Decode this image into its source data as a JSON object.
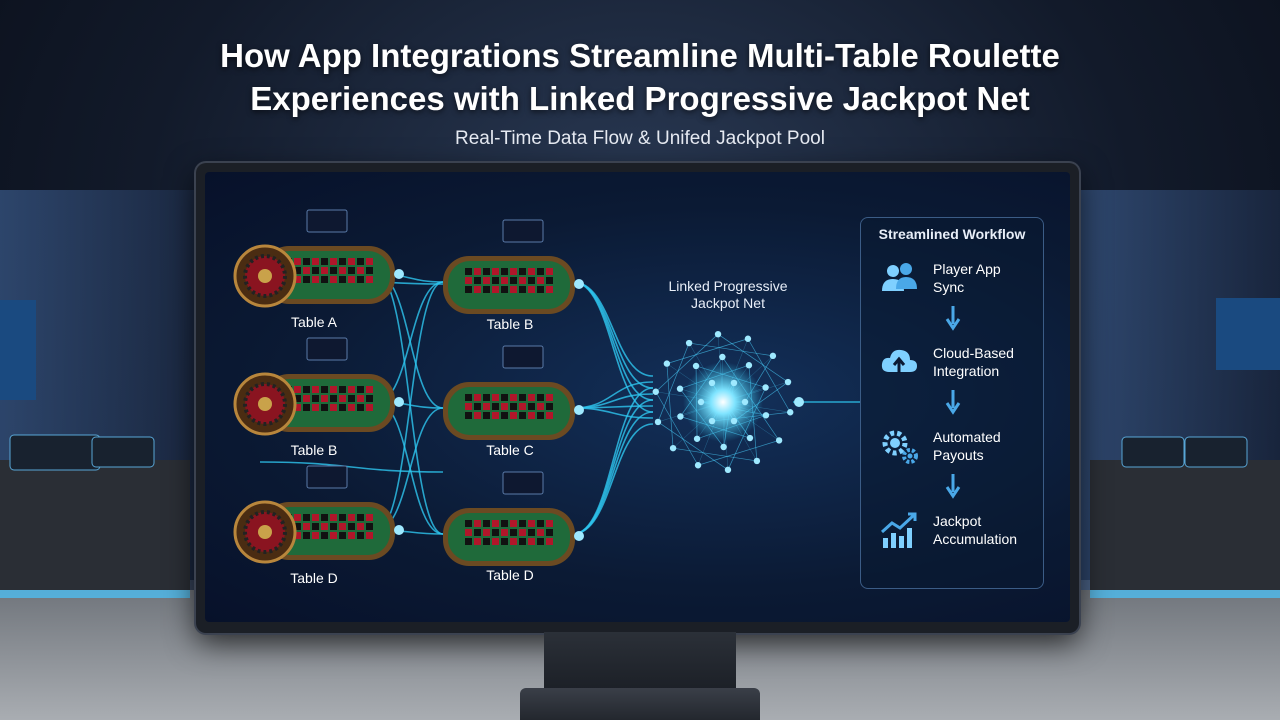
{
  "header": {
    "title_line1": "How App Integrations Streamline Multi-Table Roulette",
    "title_line2": "Experiences with Linked Progressive Jackpot Net",
    "subtitle": "Real-Time Data Flow & Unifed Jackpot Pool"
  },
  "tables_left": [
    {
      "label": "Table A"
    },
    {
      "label": "Table B"
    },
    {
      "label": "Table D"
    }
  ],
  "tables_mid": [
    {
      "label": "Table B"
    },
    {
      "label": "Table C"
    },
    {
      "label": "Table D"
    }
  ],
  "network": {
    "label_line1": "Linked Progressive",
    "label_line2": "Jackpot Net"
  },
  "workflow": {
    "title": "Streamlined Workflow",
    "steps": [
      {
        "line1": "Player App",
        "line2": "Sync",
        "icon": "users-icon"
      },
      {
        "line1": "Cloud-Based",
        "line2": "Integration",
        "icon": "cloud-upload-icon"
      },
      {
        "line1": "Automated",
        "line2": "Payouts",
        "icon": "gears-icon"
      },
      {
        "line1": "Jackpot",
        "line2": "Accumulation",
        "icon": "growth-chart-icon"
      }
    ]
  },
  "colors": {
    "accent": "#2ec7f0",
    "felt": "#1f6a3a",
    "rail": "#6b4a22",
    "grid_red": "#b0162a"
  }
}
